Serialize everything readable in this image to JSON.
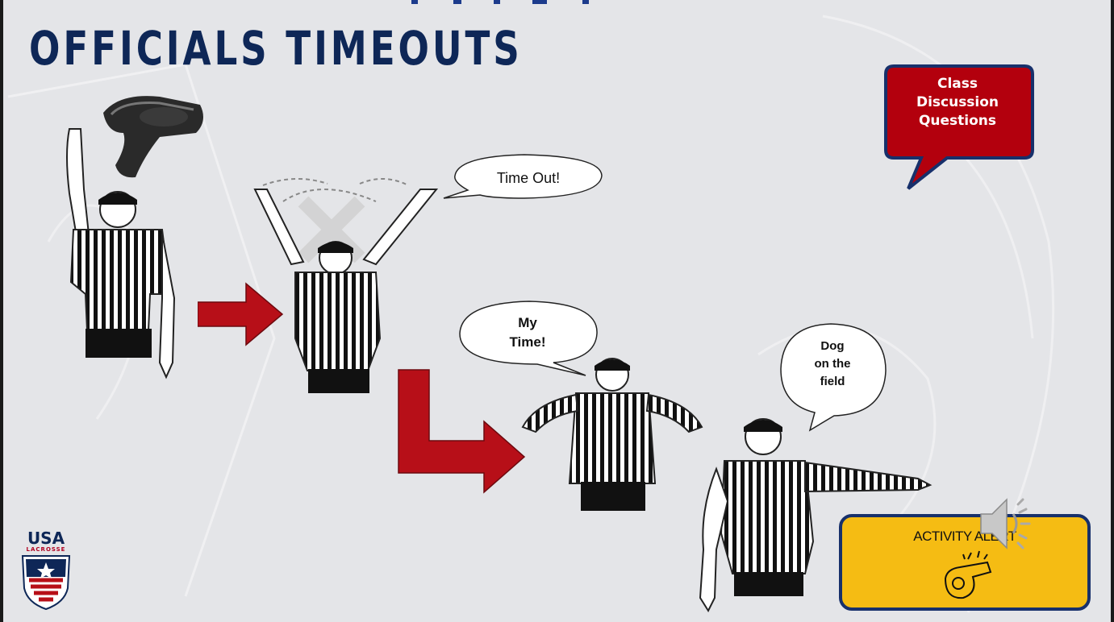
{
  "title": "OFFICIALS TIMEOUTS",
  "callout": {
    "lines": [
      "Class",
      "Discussion",
      "Questions"
    ]
  },
  "bubbles": {
    "time_out": "Time Out!",
    "my_time": [
      "My",
      "Time!"
    ],
    "dog": [
      "Dog",
      "on the",
      "field"
    ]
  },
  "activity": {
    "label": "ACTIVITY ALERT"
  },
  "logo": {
    "top": "USA",
    "bottom": "LACROSSE"
  },
  "icons": [
    "whistle-icon",
    "speaker-icon",
    "usa-lacrosse-shield-icon"
  ],
  "colors": {
    "title": "#0e2757",
    "arrow": "#b70f18",
    "callout": "#b3000d",
    "activity": "#f5bc13",
    "border": "#17306b"
  }
}
